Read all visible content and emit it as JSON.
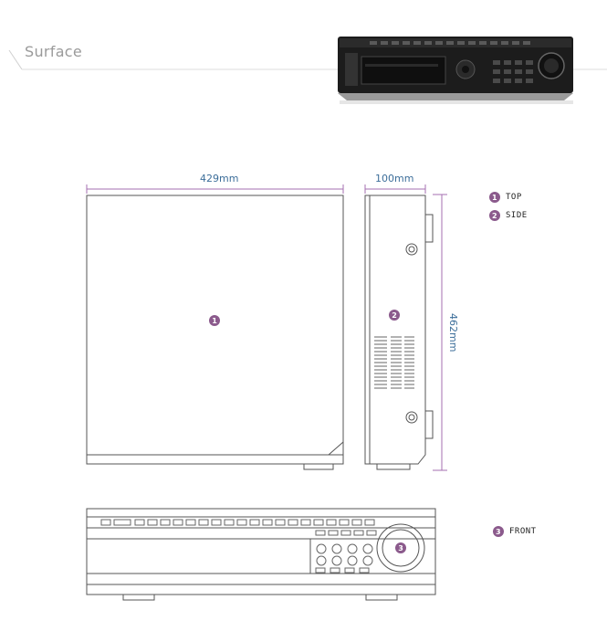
{
  "section_title": "Surface",
  "dimensions": {
    "width": "429mm",
    "depth_side": "100mm",
    "depth_vertical": "462mm"
  },
  "legend": [
    {
      "number": "1",
      "label": "TOP"
    },
    {
      "number": "2",
      "label": "SIDE"
    },
    {
      "number": "3",
      "label": "FRONT"
    }
  ],
  "colors": {
    "accent_badge": "#8b5a8c",
    "dimension_line": "#a56fb0",
    "dimension_text": "#3c6e9a",
    "outline": "#555555"
  }
}
